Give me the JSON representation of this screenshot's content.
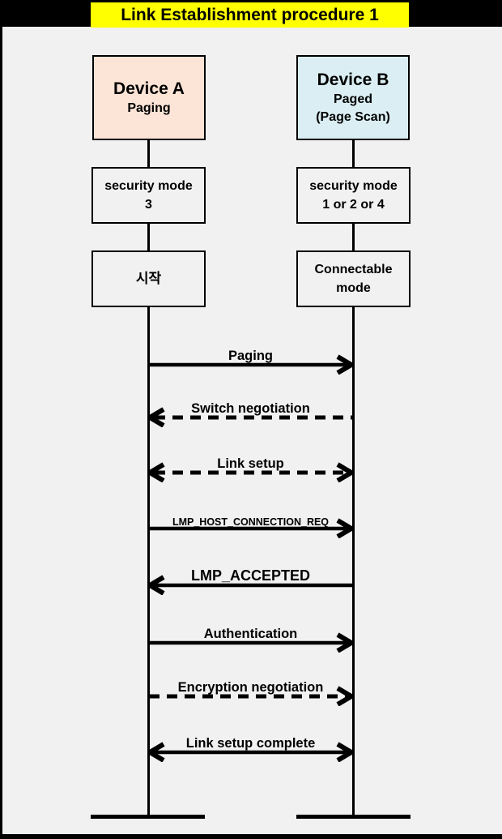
{
  "title": "Link Establishment procedure 1",
  "colors": {
    "title_bg": "#ffff00",
    "frame": "#000000",
    "canvas_bg": "#f1f1f1",
    "device_a_fill": "#fce4d6",
    "device_b_fill": "#daeef3"
  },
  "device_a": {
    "name": "Device A",
    "role": "Paging"
  },
  "device_b": {
    "name": "Device B",
    "role": "Paged",
    "role2": "(Page Scan)"
  },
  "state_boxes": {
    "security_a": {
      "line1": "security mode",
      "line2": "3"
    },
    "security_b": {
      "line1": "security mode",
      "line2": "1 or 2 or 4"
    },
    "start_a": {
      "line1": "시작"
    },
    "connectable_b": {
      "line1": "Connectable",
      "line2": "mode"
    }
  },
  "messages": [
    {
      "label": "Paging",
      "line": "solid",
      "heads": "right",
      "size": "normal"
    },
    {
      "label": "Switch negotiation",
      "line": "dashed",
      "heads": "left",
      "size": "normal"
    },
    {
      "label": "Link setup",
      "line": "dashed",
      "heads": "both",
      "size": "normal"
    },
    {
      "label": "LMP_HOST_CONNECTION_REQ",
      "line": "solid",
      "heads": "right",
      "size": "small"
    },
    {
      "label": "LMP_ACCEPTED",
      "line": "solid",
      "heads": "left",
      "size": "large"
    },
    {
      "label": "Authentication",
      "line": "solid",
      "heads": "right",
      "size": "normal"
    },
    {
      "label": "Encryption negotiation",
      "line": "dashed",
      "heads": "right",
      "size": "normal"
    },
    {
      "label": "Link setup complete",
      "line": "solid",
      "heads": "both",
      "size": "normal"
    }
  ]
}
